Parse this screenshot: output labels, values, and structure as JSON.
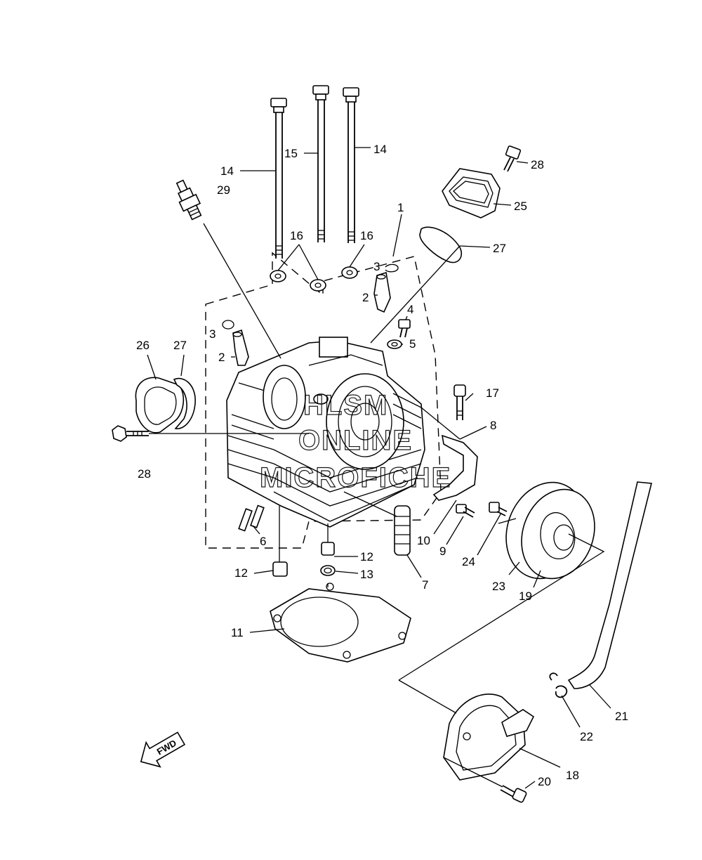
{
  "diagram": {
    "watermark": [
      "HLSM",
      "ONLINE",
      "MICROFICHE"
    ],
    "fwd_label": "FWD",
    "callouts": [
      {
        "id": "c14a",
        "text": "14"
      },
      {
        "id": "c15",
        "text": "15"
      },
      {
        "id": "c14b",
        "text": "14"
      },
      {
        "id": "c28a",
        "text": "28"
      },
      {
        "id": "c25",
        "text": "25"
      },
      {
        "id": "c29",
        "text": "29"
      },
      {
        "id": "c1",
        "text": "1"
      },
      {
        "id": "c16a",
        "text": "16"
      },
      {
        "id": "c16b",
        "text": "16"
      },
      {
        "id": "c27a",
        "text": "27"
      },
      {
        "id": "c3a",
        "text": "3"
      },
      {
        "id": "c2a",
        "text": "2"
      },
      {
        "id": "c4",
        "text": "4"
      },
      {
        "id": "c5",
        "text": "5"
      },
      {
        "id": "c3b",
        "text": "3"
      },
      {
        "id": "c2b",
        "text": "2"
      },
      {
        "id": "c26",
        "text": "26"
      },
      {
        "id": "c27b",
        "text": "27"
      },
      {
        "id": "c17",
        "text": "17"
      },
      {
        "id": "c8",
        "text": "8"
      },
      {
        "id": "c28b",
        "text": "28"
      },
      {
        "id": "c6",
        "text": "6"
      },
      {
        "id": "c10",
        "text": "10"
      },
      {
        "id": "c9",
        "text": "9"
      },
      {
        "id": "c24",
        "text": "24"
      },
      {
        "id": "c12a",
        "text": "12"
      },
      {
        "id": "c12b",
        "text": "12"
      },
      {
        "id": "c13",
        "text": "13"
      },
      {
        "id": "c7",
        "text": "7"
      },
      {
        "id": "c23",
        "text": "23"
      },
      {
        "id": "c19",
        "text": "19"
      },
      {
        "id": "c11",
        "text": "11"
      },
      {
        "id": "c21",
        "text": "21"
      },
      {
        "id": "c22",
        "text": "22"
      },
      {
        "id": "c18",
        "text": "18"
      },
      {
        "id": "c20",
        "text": "20"
      }
    ]
  }
}
